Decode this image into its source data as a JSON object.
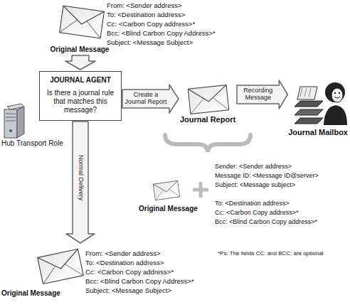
{
  "diagram": {
    "nodes": [
      {
        "text": [
          "Original Message"
        ]
      },
      {
        "text": [
          "JOURNAL AGENT",
          "Is there a journal rule that matches this message?"
        ]
      },
      {
        "text": [
          "Hub Transport Role"
        ]
      },
      {
        "text": [
          "Journal Report"
        ]
      },
      {
        "text": [
          "Journal Mailbox"
        ]
      },
      {
        "text": [
          "Original Message"
        ]
      },
      {
        "text": [
          "Original Message"
        ]
      }
    ],
    "edges": [
      {
        "from": 0,
        "to": 1,
        "arrow": "to"
      },
      {
        "from": 1,
        "to": 3,
        "label": "Create a Journal Report",
        "arrow": "to"
      },
      {
        "from": 3,
        "to": 4,
        "label": "Recording Message",
        "arrow": "to"
      },
      {
        "from": 1,
        "to": 6,
        "label": "Normal Delivery",
        "arrow": "to"
      }
    ],
    "labels": [
      "From: <Sender address>",
      "To: <Destination address>",
      "Cc: <Carbon Copy address>*",
      "Bcc: <Blind Carbon Copy Address>*",
      "Subject: <Message Subject>",
      "Sender: <Sender address>",
      "Message ID: <Message ID@server>",
      "Subject: <Message subject>",
      "To: <Destination address>",
      "Cc: <Carbon Copy address>*",
      "Bcc: <Blind Carbon Copy address>*",
      "From: <Sender address>",
      "To: <Destination address>",
      "Cc: <Carbon Copy address>*",
      "Bcc: <Blind Carbon Copy Address>*",
      "Subject: <Message Subject>",
      "*Ps: The fields CC: and BCC: are optional"
    ]
  }
}
